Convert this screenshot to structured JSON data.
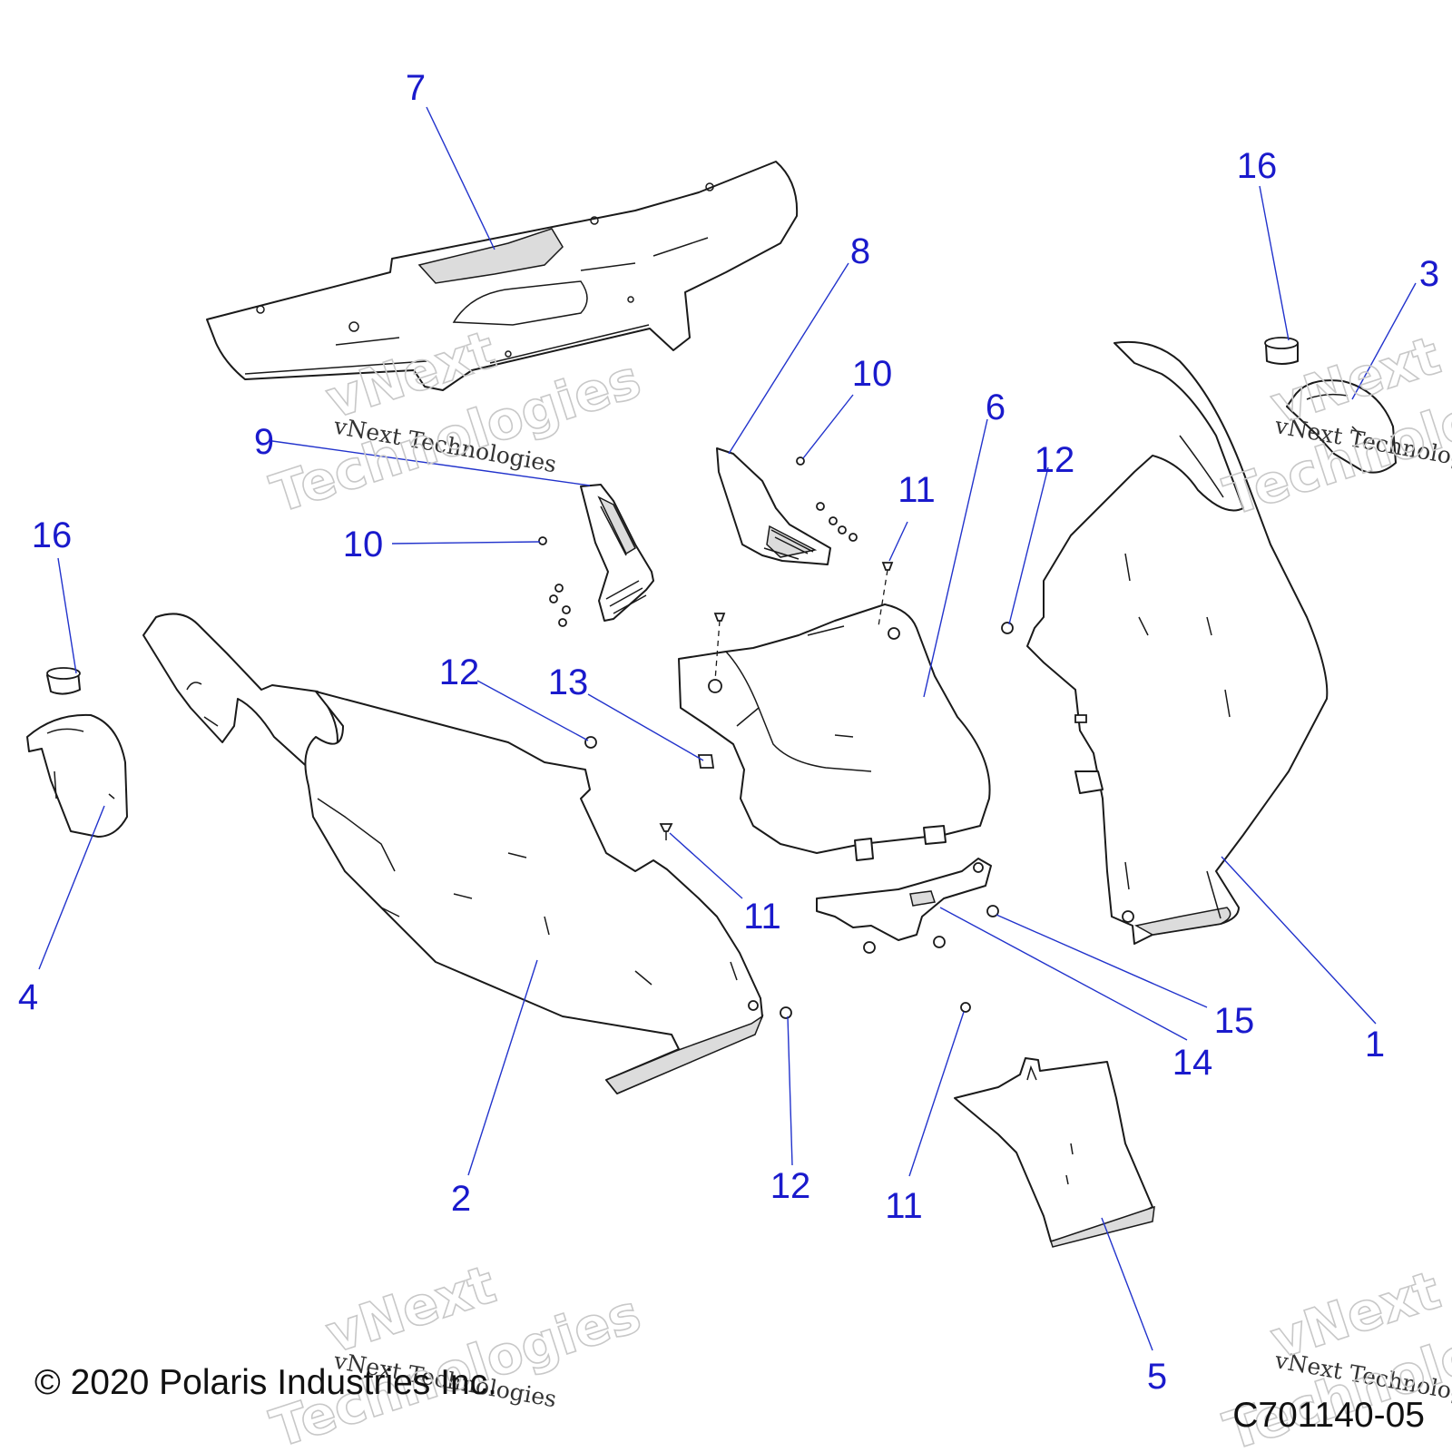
{
  "footer": {
    "copyright": "© 2020 Polaris Industries Inc.",
    "diagram_code": "C701140-05"
  },
  "watermark": {
    "line1": "vNext Technologies",
    "line2": "vNext",
    "line3": "Technologies"
  },
  "callouts": [
    {
      "id": "c1",
      "label": "1"
    },
    {
      "id": "c2",
      "label": "2"
    },
    {
      "id": "c3",
      "label": "3"
    },
    {
      "id": "c4",
      "label": "4"
    },
    {
      "id": "c5",
      "label": "5"
    },
    {
      "id": "c6",
      "label": "6"
    },
    {
      "id": "c7",
      "label": "7"
    },
    {
      "id": "c8",
      "label": "8"
    },
    {
      "id": "c9",
      "label": "9"
    },
    {
      "id": "c10a",
      "label": "10"
    },
    {
      "id": "c10b",
      "label": "10"
    },
    {
      "id": "c11a",
      "label": "11"
    },
    {
      "id": "c11b",
      "label": "11"
    },
    {
      "id": "c11c",
      "label": "11"
    },
    {
      "id": "c12a",
      "label": "12"
    },
    {
      "id": "c12b",
      "label": "12"
    },
    {
      "id": "c12c",
      "label": "12"
    },
    {
      "id": "c13",
      "label": "13"
    },
    {
      "id": "c14",
      "label": "14"
    },
    {
      "id": "c15",
      "label": "15"
    },
    {
      "id": "c16a",
      "label": "16"
    },
    {
      "id": "c16b",
      "label": "16"
    }
  ],
  "colors": {
    "callout": "#1a1acc",
    "leader": "#2233cc",
    "line_art": "#1a1a1a",
    "watermark": "#c8c8c8"
  }
}
